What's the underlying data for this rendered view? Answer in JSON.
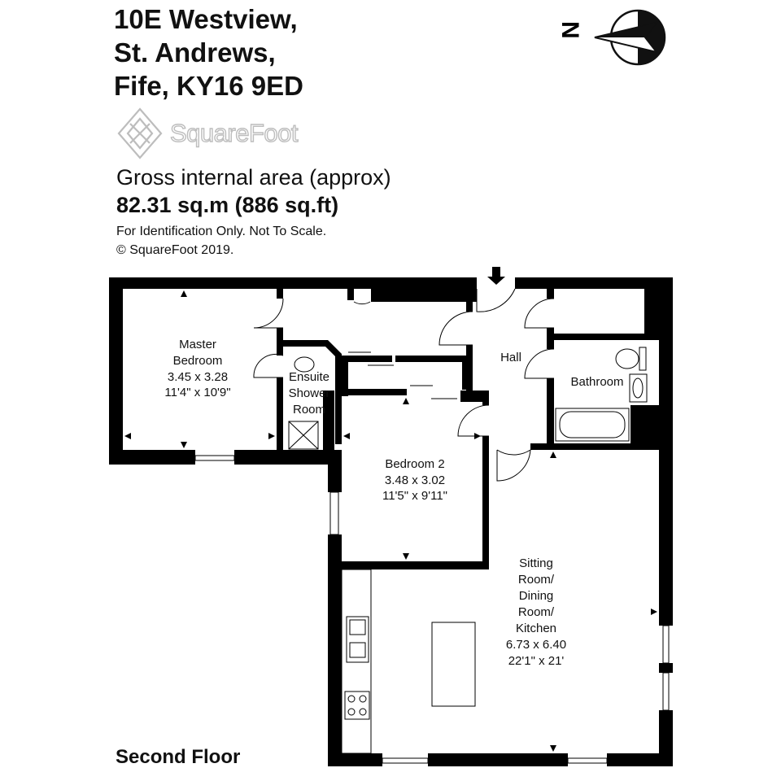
{
  "address": {
    "line1": "10E Westview,",
    "line2": "St. Andrews,",
    "line3": "Fife, KY16 9ED"
  },
  "brand": {
    "name": "SquareFoot"
  },
  "area": {
    "label": "Gross internal area (approx)",
    "value": "82.31 sq.m (886 sq.ft)"
  },
  "notes": {
    "identification": "For Identification Only. Not To Scale.",
    "copyright": "© SquareFoot 2019."
  },
  "compass": {
    "north_label": "N"
  },
  "floor_label": "Second Floor",
  "rooms": {
    "master": {
      "name1": "Master",
      "name2": "Bedroom",
      "metric": "3.45 x 3.28",
      "imperial": "11'4\" x 10'9\""
    },
    "ensuite": {
      "name1": "Ensuite",
      "name2": "Shower",
      "name3": "Room"
    },
    "hall": {
      "name": "Hall"
    },
    "bathroom": {
      "name": "Bathroom"
    },
    "bedroom2": {
      "name": "Bedroom 2",
      "metric": "3.48 x 3.02",
      "imperial": "11'5\" x 9'11\""
    },
    "sitting": {
      "name1": "Sitting",
      "name2": "Room/",
      "name3": "Dining",
      "name4": "Room/",
      "name5": "Kitchen",
      "metric": "6.73 x 6.40",
      "imperial": "22'1\" x 21'"
    }
  }
}
